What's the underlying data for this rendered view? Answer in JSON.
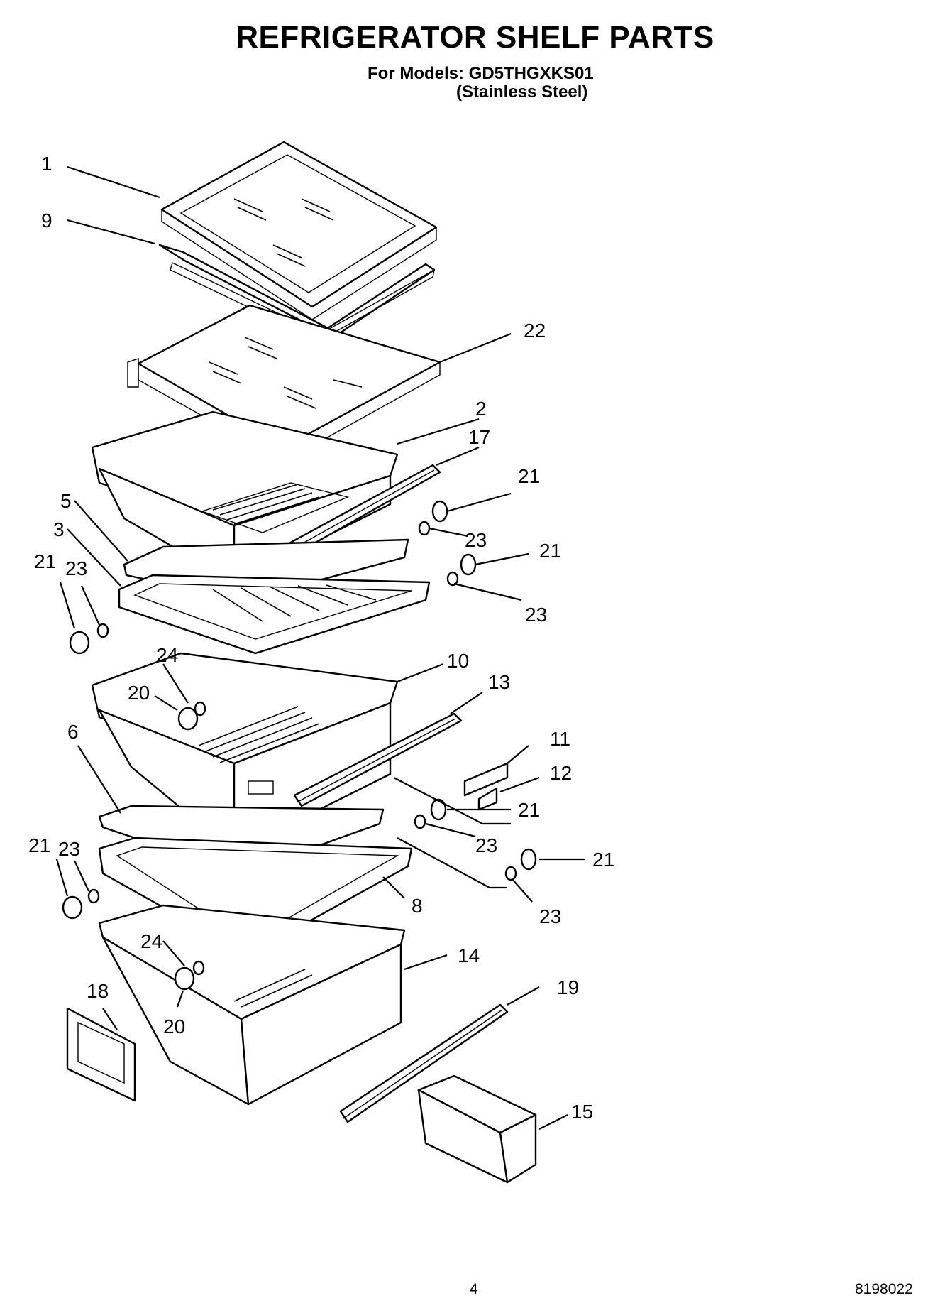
{
  "title": "REFRIGERATOR SHELF PARTS",
  "subtitle_models": "For Models: GD5THGXKS01",
  "subtitle_finish": "(Stainless Steel)",
  "page_number": "4",
  "document_number": "8198022",
  "callouts": {
    "c1": "1",
    "c9": "9",
    "c22": "22",
    "c2": "2",
    "c17": "17",
    "c21a": "21",
    "c23a": "23",
    "c21b": "21",
    "c23b": "23",
    "c5": "5",
    "c3": "3",
    "c21c": "21",
    "c23c": "23",
    "c24a": "24",
    "c20a": "20",
    "c10": "10",
    "c13": "13",
    "c6": "6",
    "c11": "11",
    "c12": "12",
    "c21d": "21",
    "c23d": "23",
    "c21e": "21",
    "c23e": "23",
    "c21f": "21",
    "c23f": "23",
    "c8": "8",
    "c24b": "24",
    "c14": "14",
    "c18": "18",
    "c19": "19",
    "c20b": "20",
    "c15": "15"
  }
}
